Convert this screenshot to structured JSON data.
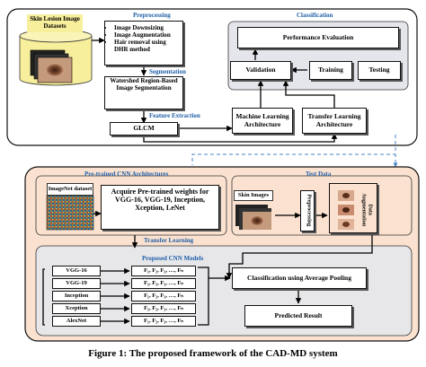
{
  "top": {
    "datasets_label": "Skin Lesion Image Datasets",
    "preprocessing_title": "Preprocessing",
    "preprocessing_items": [
      "Image Downsizing",
      "Image Augmentation",
      "Hair removal using DHR method"
    ],
    "segmentation_title": "Segmentation",
    "segmentation_box": "Watershed Region-Based Image Segmentation",
    "feature_extraction_title": "Feature Extraction",
    "glcm": "GLCM",
    "classification_title": "Classification",
    "performance_evaluation": "Performance Evaluation",
    "validation": "Validation",
    "training": "Training",
    "testing": "Testing",
    "ml_arch": "Machine Learning Architecture",
    "tl_arch": "Transfer Learning Architecture"
  },
  "bottom": {
    "pretrained_title": "Pre-trained CNN Architectures",
    "imagenet_label": "ImageNet dataset",
    "acquire_text": "Acquire Pre-trained weights for VGG-16, VGG-19, Inception, Xception, LeNet",
    "test_data_title": "Test Data",
    "skin_images": "Skin Images",
    "preprocessing_vertical": "Preprocessing",
    "data_augmentation_vertical": "Data Augmentation",
    "transfer_learning_title": "Transfer Learning",
    "proposed_title": "Proposed CNN Models",
    "models": [
      "VGG-16",
      "VGG-19",
      "Inception",
      "Xception",
      "AlexNet"
    ],
    "features_text": "F₁, F₂, F₃, …, Fₙ",
    "avg_pooling": "Classification using Average Pooling",
    "predicted_result": "Predicted Result"
  },
  "caption": "Figure 1: The proposed framework of the CAD-MD system",
  "colors": {
    "section_title": "#1f5fa8",
    "bottom_panel_fill": "#fbe2d0",
    "outer_border": "#111111",
    "dashed_connector": "#4a86c5",
    "classification_panel": "#e4e6ec",
    "box_shadow": "#555555"
  }
}
